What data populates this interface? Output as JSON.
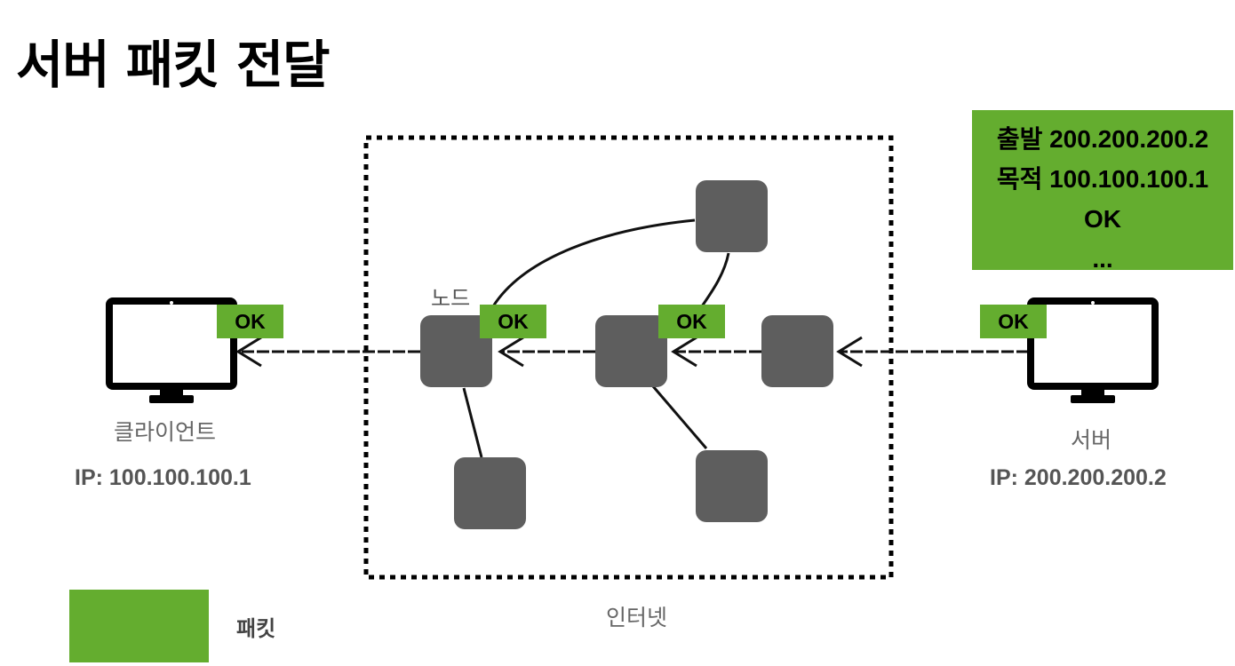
{
  "title": "서버 패킷 전달",
  "client": {
    "label": "클라이언트",
    "ip": "IP: 100.100.100.1"
  },
  "server": {
    "label": "서버",
    "ip": "IP: 200.200.200.2"
  },
  "internet_label": "인터넷",
  "node_label": "노드",
  "packet": {
    "ok_label": "OK",
    "lines": [
      "출발 200.200.200.2",
      "목적 100.100.100.1",
      "OK",
      "..."
    ]
  },
  "legend": {
    "label": "패킷"
  },
  "colors": {
    "packet": "#64ad2f",
    "node": "#5e5e5e",
    "monitor": "#000000"
  }
}
